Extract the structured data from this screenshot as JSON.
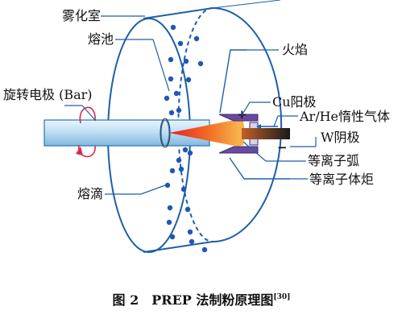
{
  "diagram": {
    "labels": {
      "chamber": "雾化室",
      "pool": "熔池",
      "electrode": "旋转电极 (Bar)",
      "droplet": "熔滴",
      "flame": "火焰",
      "cu_anode": "Cu阳极",
      "gas": "Ar/He惰性气体",
      "w_cathode": "W阴极",
      "arc": "等离子弧",
      "torch": "等离子体炬"
    },
    "polarity": {
      "plus": "+",
      "minus": "−"
    },
    "colors": {
      "chamber_line": "#1d5fa8",
      "droplet": "#1f57b5",
      "flame_red": "#e8202a",
      "flame_orange": "#f39a2c",
      "anode": "#6a4aa0",
      "rod": "#bfe0f5",
      "rotation_arrow": "#d22b4a"
    }
  },
  "caption": {
    "text": "图 2　PREP 法制粉原理图",
    "ref": "[30]"
  }
}
